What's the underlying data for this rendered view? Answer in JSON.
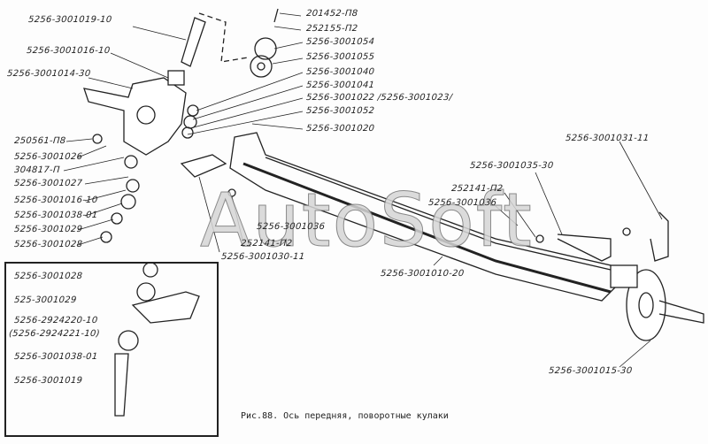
{
  "watermark": "AutoSoft",
  "caption": "Рис.88. Ось передняя, поворотные кулаки",
  "labels": {
    "l1": "5256-3001019-10",
    "l2": "5256-3001016-10",
    "l3": "5256-3001014-30",
    "l4": "201452-П8",
    "l5": "252155-П2",
    "l6": "5256-3001054",
    "l7": "5256-3001055",
    "l8": "5256-3001040",
    "l9": "5256-3001041",
    "l10": "5256-3001022 /5256-3001023/",
    "l11": "5256-3001052",
    "l12": "5256-3001020",
    "l13": "250561-П8",
    "l14": "5256-3001026",
    "l15": "304817-П",
    "l16": "5256-3001027",
    "l17": "5256-3001016-10",
    "l18": "5256-3001038-01",
    "l19": "5256-3001029",
    "l20": "5256-3001028",
    "l21": "5256-3001036",
    "l22": "252141-П2",
    "l23": "5256-3001030-11",
    "l24": "5256-3001031-11",
    "l25": "5256-3001035-30",
    "l26": "252141-П2",
    "l27": "5256-3001036",
    "l28": "5256-3001010-20",
    "l29": "5256-3001015-30"
  },
  "inset": {
    "i1": "5256-3001028",
    "i2": "525-3001029",
    "i3": "5256-2924220-10",
    "i4": "(5256-2924221-10)",
    "i5": "5256-3001038-01",
    "i6": "5256-3001019"
  }
}
